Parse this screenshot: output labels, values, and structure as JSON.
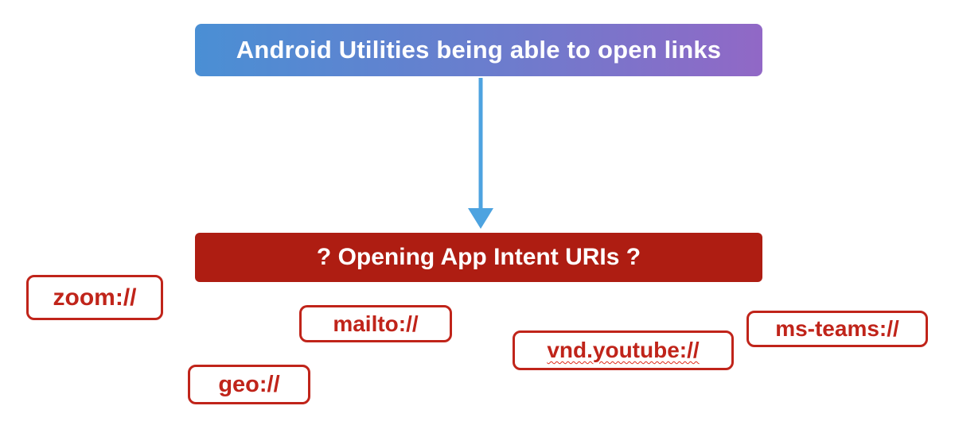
{
  "diagram": {
    "top_box": {
      "label": "Android Utilities being able to open links"
    },
    "bottom_box": {
      "label": "? Opening App Intent URIs ?"
    },
    "uri_labels": [
      {
        "label": "zoom://"
      },
      {
        "label": "mailto://"
      },
      {
        "label": "geo://"
      },
      {
        "label": "vnd.youtube://"
      },
      {
        "label": "ms-teams://"
      }
    ],
    "colors": {
      "top_box_gradient_start": "#4a8fd4",
      "top_box_gradient_end": "#9168c6",
      "arrow_blue": "#4da3e0",
      "bottom_box_red": "#ae1d12",
      "uri_red": "#c0241a"
    }
  }
}
